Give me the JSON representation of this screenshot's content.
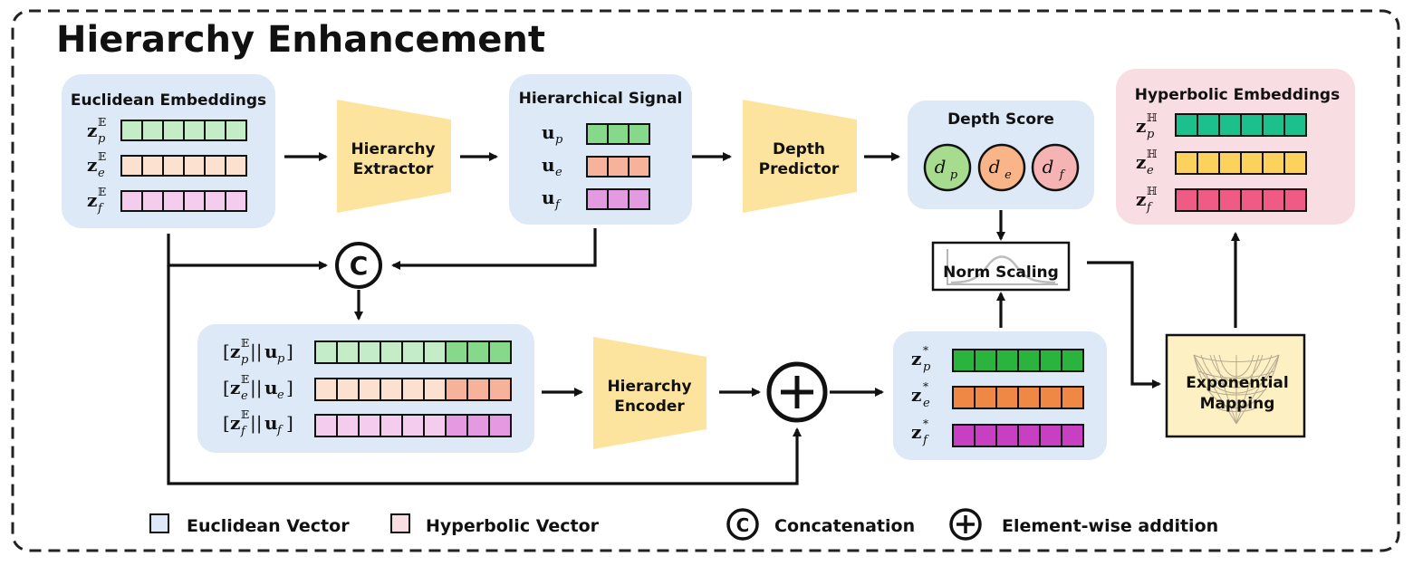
{
  "title": "Hierarchy Enhancement",
  "euclidean_embeddings": {
    "title": "Euclidean Embeddings",
    "rows": [
      {
        "var": "z",
        "sub": "p",
        "sup": "𝔼"
      },
      {
        "var": "z",
        "sub": "e",
        "sup": "𝔼"
      },
      {
        "var": "z",
        "sub": "f",
        "sup": "𝔼"
      }
    ]
  },
  "hierarchy_extractor": {
    "line1": "Hierarchy",
    "line2": "Extractor"
  },
  "hierarchical_signal": {
    "title": "Hierarchical Signal",
    "rows": [
      {
        "var": "u",
        "sub": "p"
      },
      {
        "var": "u",
        "sub": "e"
      },
      {
        "var": "u",
        "sub": "f"
      }
    ]
  },
  "depth_predictor": {
    "line1": "Depth",
    "line2": "Predictor"
  },
  "depth_score": {
    "title": "Depth Score",
    "items": [
      {
        "var": "d",
        "sub": "p"
      },
      {
        "var": "d",
        "sub": "e"
      },
      {
        "var": "d",
        "sub": "f"
      }
    ]
  },
  "hyperbolic_embeddings": {
    "title": "Hyperbolic Embeddings",
    "rows": [
      {
        "var": "z",
        "sub": "p",
        "sup": "ℍ"
      },
      {
        "var": "z",
        "sub": "e",
        "sup": "ℍ"
      },
      {
        "var": "z",
        "sub": "f",
        "sup": "ℍ"
      }
    ]
  },
  "concat_symbol": "C",
  "norm_scaling": "Norm Scaling",
  "concat_rows": [
    {
      "sub": "p"
    },
    {
      "sub": "e"
    },
    {
      "sub": "f"
    }
  ],
  "hierarchy_encoder": {
    "line1": "Hierarchy",
    "line2": "Encoder"
  },
  "starred": {
    "rows": [
      {
        "var": "z",
        "sub": "p",
        "sup": "*"
      },
      {
        "var": "z",
        "sub": "e",
        "sup": "*"
      },
      {
        "var": "z",
        "sub": "f",
        "sup": "*"
      }
    ]
  },
  "exponential_mapping": {
    "line1": "Exponential",
    "line2": "Mapping"
  },
  "legend": {
    "euclidean": "Euclidean Vector",
    "hyperbolic": "Hyperbolic Vector",
    "concat": "Concatenation",
    "add": "Element-wise addition"
  },
  "colors": {
    "euclid_bg": "#dde9f6",
    "hyper_bg": "#f8dde2",
    "trapezoid": "#fde49e",
    "green_light": "#c4ecc6",
    "green_mid": "#86d98a",
    "green_dark": "#2ab33d",
    "orange_light": "#fce0d0",
    "orange_mid": "#f6b29a",
    "orange_dark": "#f08845",
    "pink_light": "#f4cdee",
    "pink_mid": "#e39ae0",
    "pink_dark": "#c740c2",
    "teal": "#1cc08d",
    "yellow": "#fcd15c",
    "rose": "#f05b86"
  }
}
